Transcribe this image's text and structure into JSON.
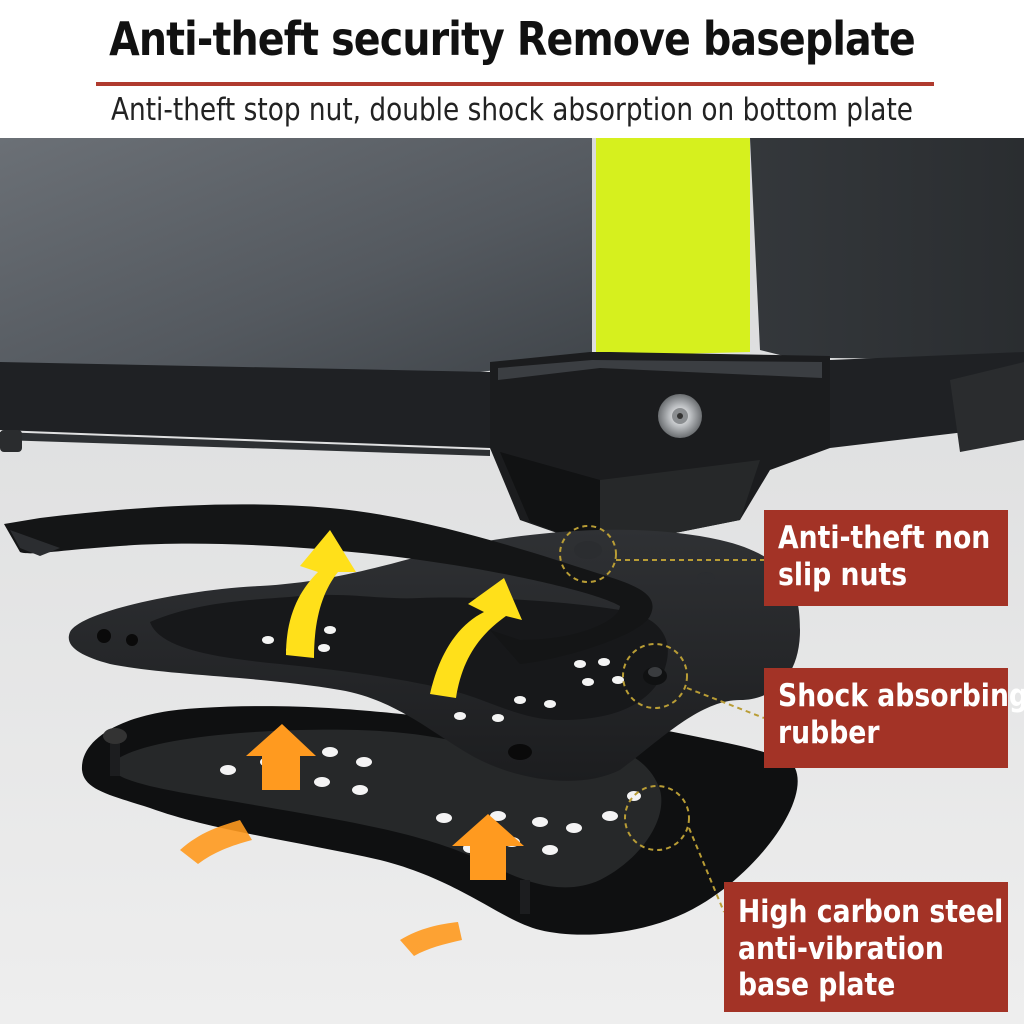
{
  "header": {
    "title": "Anti-theft security Remove baseplate",
    "subtitle": "Anti-theft stop nut, double shock absorption on bottom plate"
  },
  "callouts": {
    "nuts": {
      "line1": "Anti-theft non",
      "line2": "slip nuts"
    },
    "rubber": {
      "line1": "Shock absorbing",
      "line2": "rubber"
    },
    "plate": {
      "line1": "High carbon steel",
      "line2": "anti-vibration",
      "line3": "base plate"
    }
  },
  "colors": {
    "accent_red": "#a33326",
    "rule_red": "#b03a2e",
    "reflective_stripe": "#d6f01e",
    "yellow_arrow": "#ffe01a",
    "orange_arrow": "#ff9a1f",
    "case_gray": "#5d6268"
  },
  "icons": [
    "up-arrow-icon",
    "lock-icon"
  ]
}
